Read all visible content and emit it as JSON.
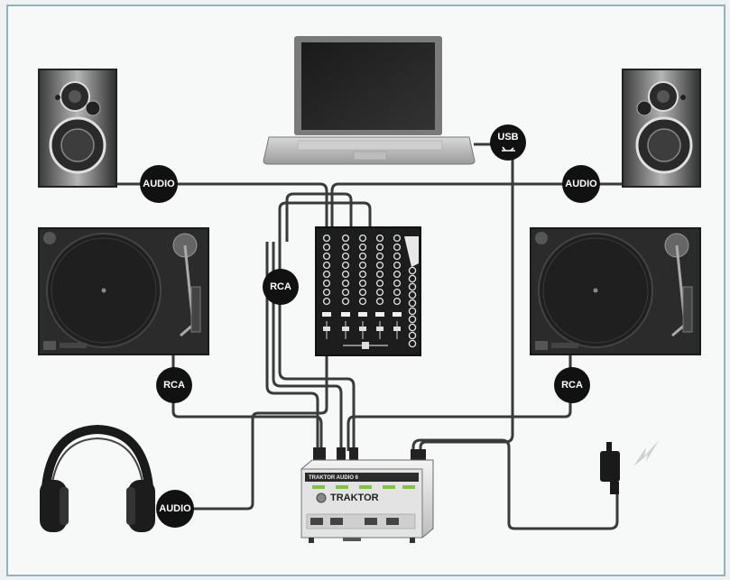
{
  "badges": {
    "audio_left": "AUDIO",
    "audio_right": "AUDIO",
    "audio_headphones": "AUDIO",
    "usb": "USB",
    "rca_mixer": "RCA",
    "rca_left": "RCA",
    "rca_right": "RCA"
  },
  "interface": {
    "brand": "TRAKTOR",
    "model": "TRAKTOR AUDIO 6"
  },
  "colors": {
    "frame": "#8fb3b9",
    "cable": "#3a3a3a",
    "badge": "#111111",
    "accent_green": "#7ec63a",
    "power_spark": "#cfcfcf"
  },
  "icons": [
    "usb-symbol-icon",
    "power-spark-icon"
  ]
}
